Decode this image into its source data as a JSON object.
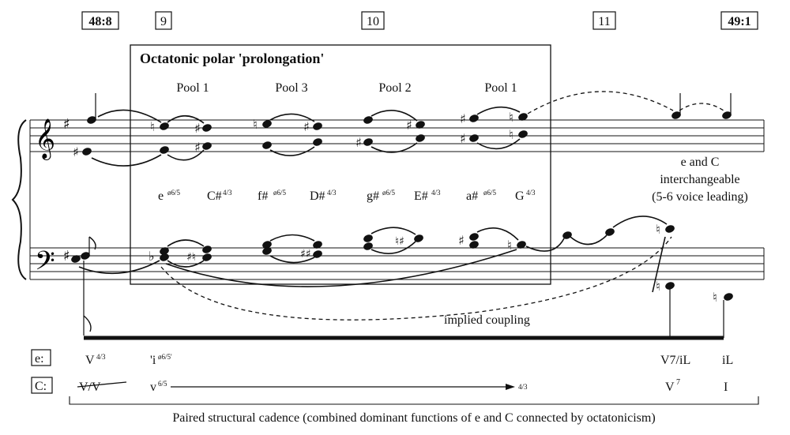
{
  "measures": {
    "m1": "48:8",
    "m2": "9",
    "m3": "10",
    "m4": "11",
    "m5": "49:1"
  },
  "box_title": "Octatonic polar 'prolongation'",
  "pools": [
    "Pool 1",
    "Pool 3",
    "Pool 2",
    "Pool 1"
  ],
  "chord_roots": [
    "e",
    "C#",
    "f#",
    "D#",
    "g#",
    "E#",
    "a#",
    "G"
  ],
  "chord_figures": [
    "ø6/5",
    "4/3",
    "ø6/5",
    "4/3",
    "ø6/5",
    "4/3",
    "ø6/5",
    "4/3"
  ],
  "annotation": {
    "line1": "e and C",
    "line2": "interchangeable",
    "line3": "(5-6 voice leading)"
  },
  "implied": "implied coupling",
  "analysis": {
    "e_key": "e:",
    "c_key": "C:",
    "e_v": "V",
    "e_v_fig": "4/3",
    "e_i": "'i",
    "e_i_fig": "ø6/5'",
    "e_v7": "V7/iL",
    "e_il": "iL",
    "c_vv": "V/V",
    "c_v": "v",
    "c_v_fig": "6/5",
    "c_arrow_fig": "4/3",
    "c_v7": "V",
    "c_v7_sup": "7",
    "c_i": "I"
  },
  "caption": "Paired structural cadence (combined dominant functions of e and C connected by octatonicism)"
}
